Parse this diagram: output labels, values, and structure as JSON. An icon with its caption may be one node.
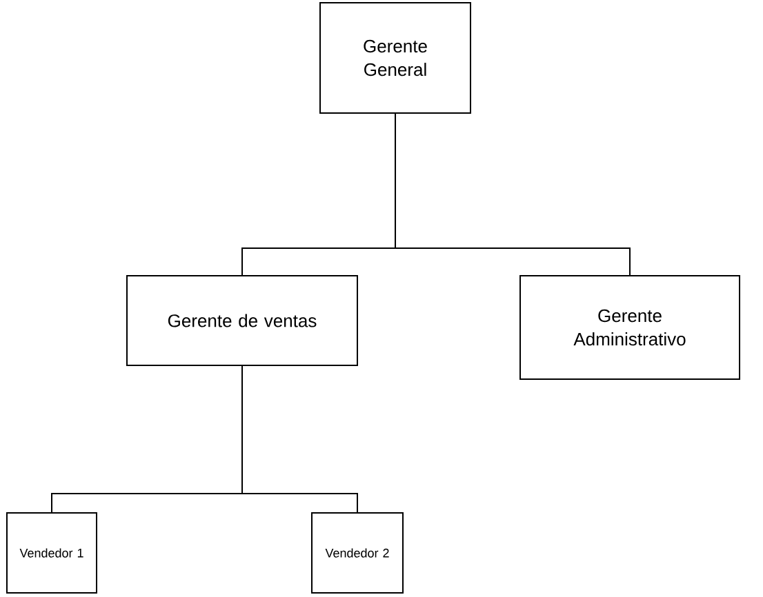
{
  "diagram": {
    "nodes": [
      {
        "text": [
          "Gerente General"
        ]
      },
      {
        "text": [
          "Gerente de ventas"
        ]
      },
      {
        "text": [
          "Gerente Administrativo"
        ]
      },
      {
        "text": [
          "Vendedor 1"
        ]
      },
      {
        "text": [
          "Vendedor 2"
        ]
      }
    ],
    "edges": [
      {
        "from": 0,
        "to": 1,
        "arrow": "none"
      },
      {
        "from": 0,
        "to": 2,
        "arrow": "none"
      },
      {
        "from": 1,
        "to": 3,
        "arrow": "none"
      },
      {
        "from": 1,
        "to": 4,
        "arrow": "none"
      }
    ]
  }
}
